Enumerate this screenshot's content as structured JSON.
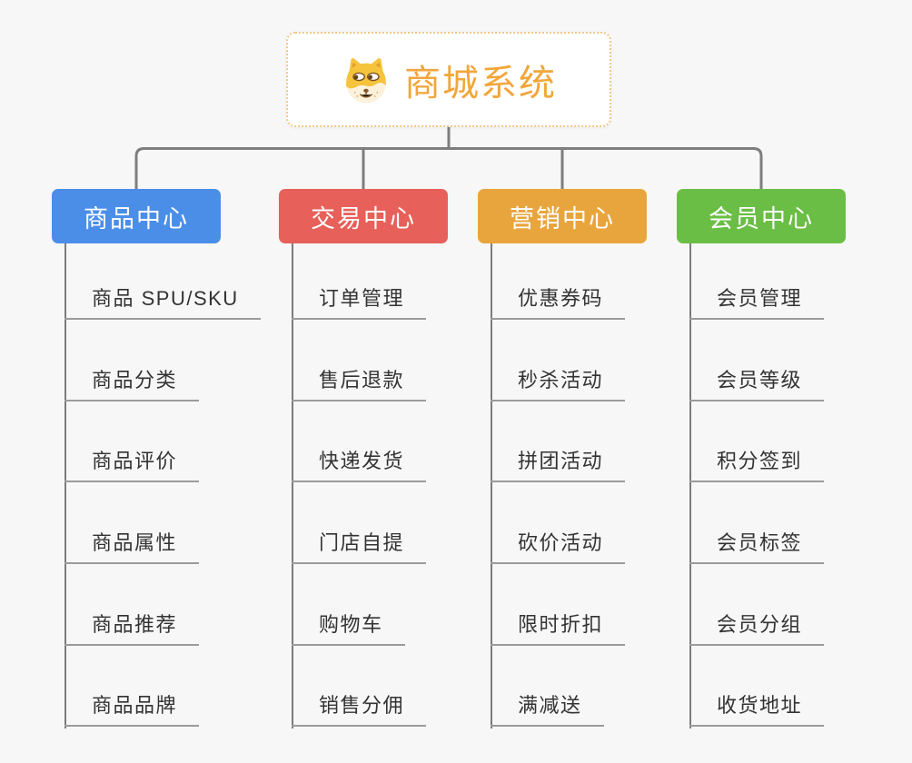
{
  "root": {
    "title": "商城系统",
    "title_color": "#F2A63B",
    "border_color": "#F2C687",
    "icon": "doge-icon"
  },
  "canvas": {
    "background_color": "#F7F7F7",
    "connector_color": "#7E7E7E",
    "leaf_underline_color": "#9B9B9B",
    "leaf_text_color": "#333333"
  },
  "branches": [
    {
      "label": "商品中心",
      "color": "#4A8EE8",
      "items": [
        "商品 SPU/SKU",
        "商品分类",
        "商品评价",
        "商品属性",
        "商品推荐",
        "商品品牌"
      ]
    },
    {
      "label": "交易中心",
      "color": "#E7605A",
      "items": [
        "订单管理",
        "售后退款",
        "快递发货",
        "门店自提",
        "购物车",
        "销售分佣"
      ]
    },
    {
      "label": "营销中心",
      "color": "#E9A53D",
      "items": [
        "优惠券码",
        "秒杀活动",
        "拼团活动",
        "砍价活动",
        "限时折扣",
        "满减送"
      ]
    },
    {
      "label": "会员中心",
      "color": "#6BBE45",
      "items": [
        "会员管理",
        "会员等级",
        "积分签到",
        "会员标签",
        "会员分组",
        "收货地址"
      ]
    }
  ]
}
